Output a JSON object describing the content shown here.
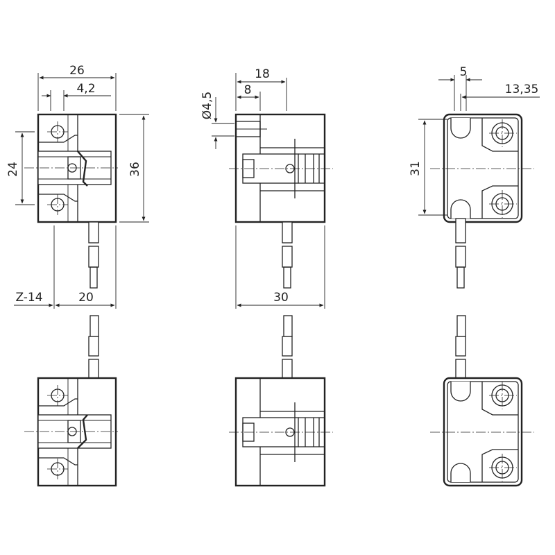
{
  "dimensions": {
    "width_26": "26",
    "offset_4_2": "4,2",
    "height_24": "24",
    "height_36": "36",
    "z14": "Z-14",
    "depth_20": "20",
    "width_18": "18",
    "width_8": "8",
    "hole_dia": "Ø4,5",
    "width_30": "30",
    "offset_5": "5",
    "offset_13_35": "13,35",
    "height_31": "31"
  },
  "colors": {
    "line": "#222222",
    "background": "#ffffff"
  }
}
